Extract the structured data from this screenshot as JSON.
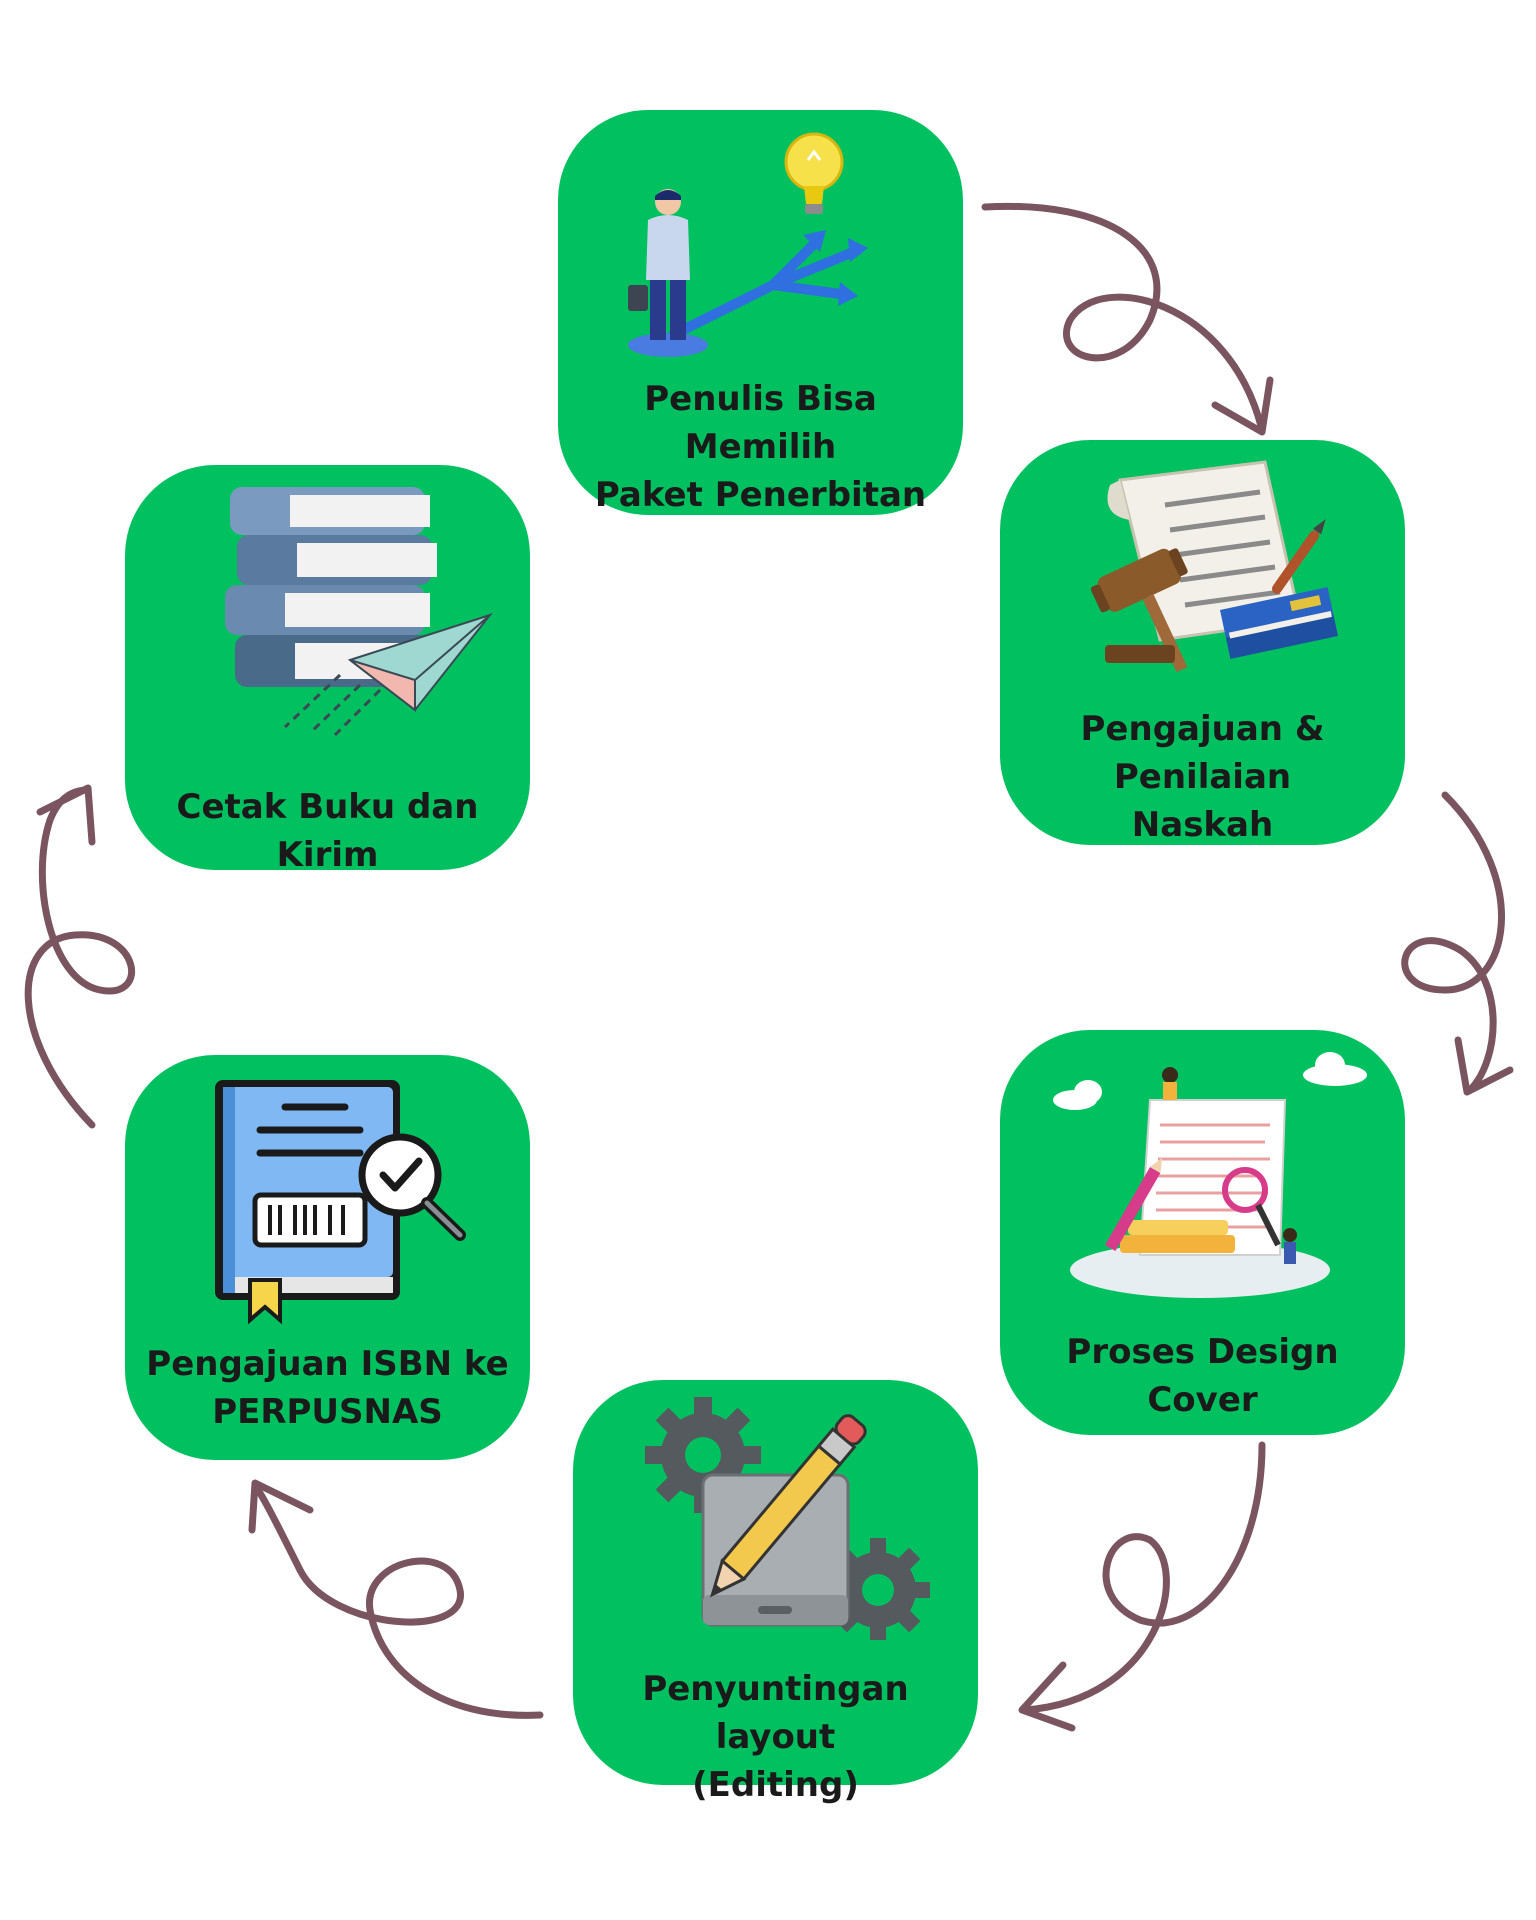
{
  "colors": {
    "card": "#00c060",
    "arrow": "#7a5560",
    "text": "#1a1a1a",
    "background": "#ffffff"
  },
  "steps": [
    {
      "label": "Penulis Bisa Memilih\nPaket Penerbitan",
      "icon": "idea-choice-icon"
    },
    {
      "label": "Pengajuan & Penilaian\nNaskah",
      "icon": "law-manuscript-icon"
    },
    {
      "label": "Proses Design Cover",
      "icon": "cover-design-icon"
    },
    {
      "label": "Penyuntingan layout\n(Editing)",
      "icon": "layout-editing-icon"
    },
    {
      "label": "Pengajuan ISBN ke\nPERPUSNAS",
      "icon": "isbn-book-icon"
    },
    {
      "label": "Cetak Buku dan Kirim",
      "icon": "books-paper-plane-icon"
    }
  ]
}
